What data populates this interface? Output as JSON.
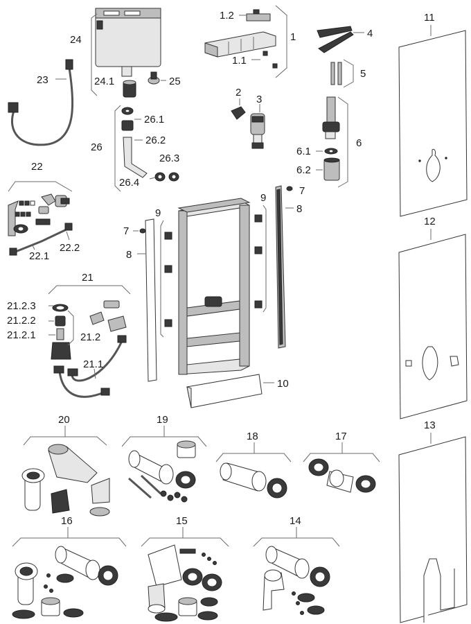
{
  "callouts": {
    "c1": "1",
    "c1_1": "1.1",
    "c1_2": "1.2",
    "c2": "2",
    "c3": "3",
    "c4": "4",
    "c5": "5",
    "c6": "6",
    "c6_1": "6.1",
    "c6_2": "6.2",
    "c7a": "7",
    "c7b": "7",
    "c8a": "8",
    "c8b": "8",
    "c9a": "9",
    "c9b": "9",
    "c10": "10",
    "c11": "11",
    "c12": "12",
    "c13": "13",
    "c14": "14",
    "c15": "15",
    "c16": "16",
    "c17": "17",
    "c18": "18",
    "c19": "19",
    "c20": "20",
    "c21": "21",
    "c21_1": "21.1",
    "c21_2": "21.2",
    "c21_2_1": "21.2.1",
    "c21_2_2": "21.2.2",
    "c21_2_3": "21.2.3",
    "c22": "22",
    "c22_1": "22.1",
    "c22_2": "22.2",
    "c23": "23",
    "c24": "24",
    "c24_1": "24.1",
    "c25": "25",
    "c26": "26",
    "c26_1": "26.1",
    "c26_2": "26.2",
    "c26_3": "26.3",
    "c26_4": "26.4"
  }
}
